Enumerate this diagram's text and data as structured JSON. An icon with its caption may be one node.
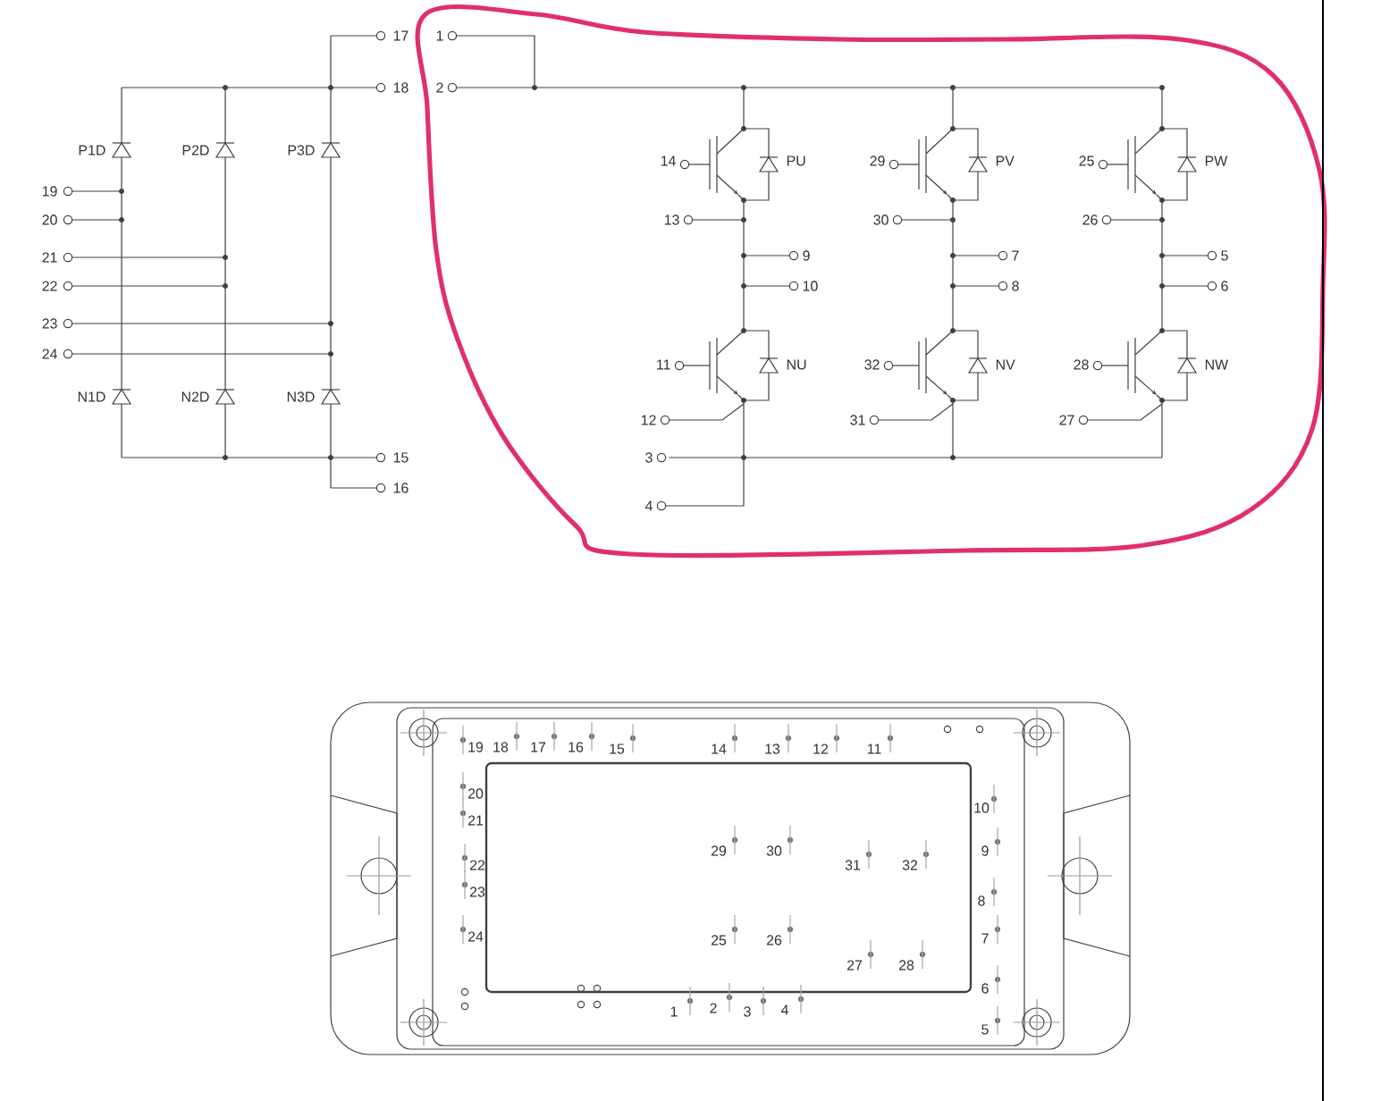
{
  "diagram": {
    "labels": [
      "17",
      "18",
      "P1D",
      "P2D",
      "P3D",
      "19",
      "20",
      "21",
      "22",
      "23",
      "24",
      "N1D",
      "N2D",
      "N3D",
      "15",
      "16",
      "1",
      "2",
      "14",
      "PU",
      "29",
      "PV",
      "25",
      "PW",
      "13",
      "30",
      "26",
      "9",
      "7",
      "5",
      "10",
      "8",
      "6",
      "11",
      "NU",
      "32",
      "NV",
      "28",
      "NW",
      "12",
      "31",
      "27",
      "3",
      "4",
      "19",
      "18",
      "17",
      "16",
      "15",
      "14",
      "13",
      "12",
      "11",
      "20",
      "10",
      "21",
      "29",
      "30",
      "9",
      "22",
      "31",
      "32",
      "23",
      "8",
      "24",
      "25",
      "26",
      "7",
      "27",
      "28",
      "6",
      "1",
      "2",
      "3",
      "4",
      "5"
    ]
  }
}
